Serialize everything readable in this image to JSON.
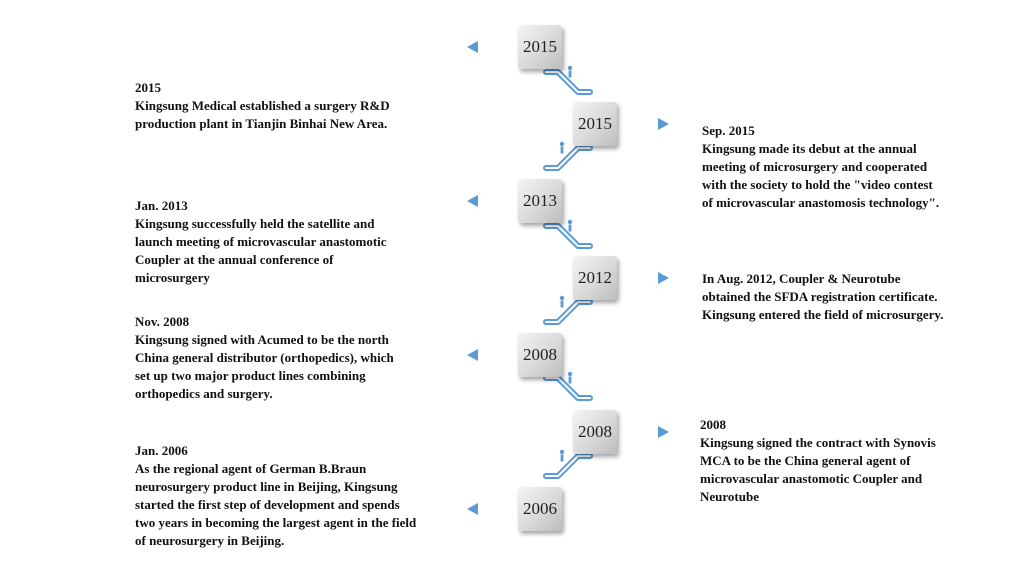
{
  "accent_color": "#5b9bd5",
  "year_boxes": [
    "2015",
    "2015",
    "2013",
    "2012",
    "2008",
    "2008",
    "2006"
  ],
  "events": {
    "e2015_left": {
      "date": "2015",
      "body": "Kingsung Medical established a surgery R&D\nproduction plant in Tianjin  Binhai New Area."
    },
    "e2015_right": {
      "date": "Sep. 2015",
      "body": "Kingsung made its debut at the annual\nmeeting of microsurgery and cooperated\nwith  the society to hold the \"video contest\nof microvascular anastomosis technology\"."
    },
    "e2013_left": {
      "date": "Jan. 2013",
      "body": "Kingsung successfully held the satellite and\nlaunch  meeting of microvascular anastomotic\nCoupler at the annual  conference of\nmicrosurgery"
    },
    "e2012_right": {
      "body": "In Aug. 2012, Coupler & Neurotube\nobtained the SFDA registration certificate.\nKingsung entered the field of microsurgery."
    },
    "e2008_left": {
      "date": "Nov. 2008",
      "body": "Kingsung signed with Acumed to be the north\nChina  general distributor (orthopedics), which\nset up two major product lines combining\northopedics and surgery."
    },
    "e2008_right": {
      "date": "2008",
      "body": "Kingsung signed the contract with Synovis\nMCA to be the China general agent of\nmicrovascular anastomotic Coupler and\nNeurotube"
    },
    "e2006_left": {
      "date": "Jan. 2006",
      "body": "As the regional agent of German  B.Braun\nneurosurgery product line in Beijing, Kingsung\nstarted the first  step of development and spends\ntwo years in becoming the largest agent in the field\nof neurosurgery in Beijing."
    }
  }
}
